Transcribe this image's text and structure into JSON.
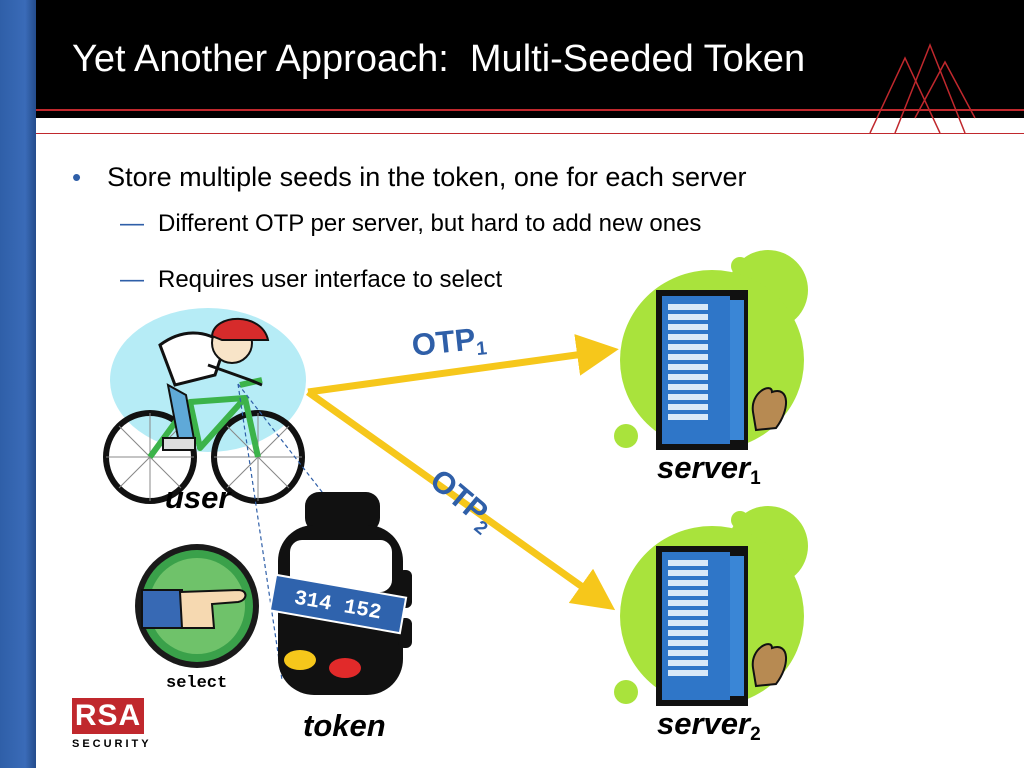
{
  "slide": {
    "title": "Yet Another Approach:  Multi-Seeded Token",
    "bullet": "Store multiple seeds in the token, one for each server",
    "subbullets": [
      "Different OTP per server, but hard to add new ones",
      "Requires user interface to select"
    ],
    "bullet_marker": "•",
    "sub_marker": "—"
  },
  "diagram": {
    "user_label": "user",
    "token_label": "token",
    "token_display": "314 152",
    "select_label": "select",
    "otp_text": "OTP",
    "otp1_sub": "1",
    "otp2_sub": "2",
    "server_text": "server",
    "server1_sub": "1",
    "server2_sub": "2"
  },
  "logo": {
    "name": "RSA",
    "tagline": "SECURITY"
  },
  "colors": {
    "accent_blue": "#2f5fa8",
    "header_black": "#000000",
    "accent_red": "#c0282d",
    "arrow_yellow": "#f6c71b",
    "lime_green": "#a9e33c",
    "cyan_blob": "#b6ecf6"
  }
}
